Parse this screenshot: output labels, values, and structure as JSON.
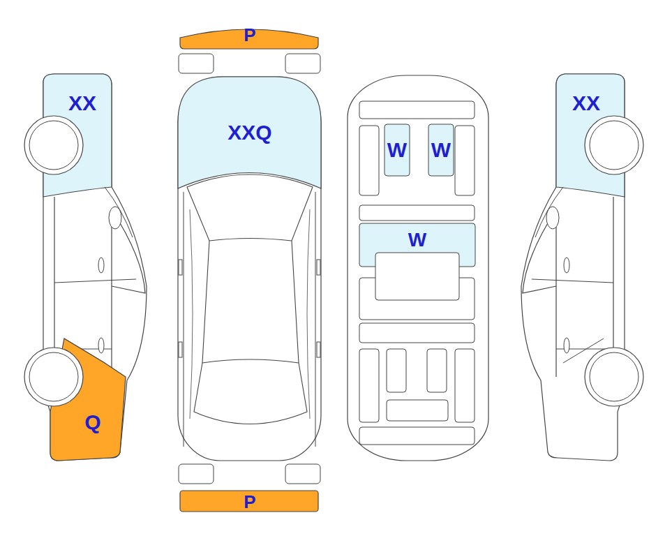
{
  "diagram": {
    "labels": [
      "P",
      "XX",
      "XX",
      "XXQ",
      "W",
      "W",
      "W",
      "Q",
      "P"
    ]
  }
}
